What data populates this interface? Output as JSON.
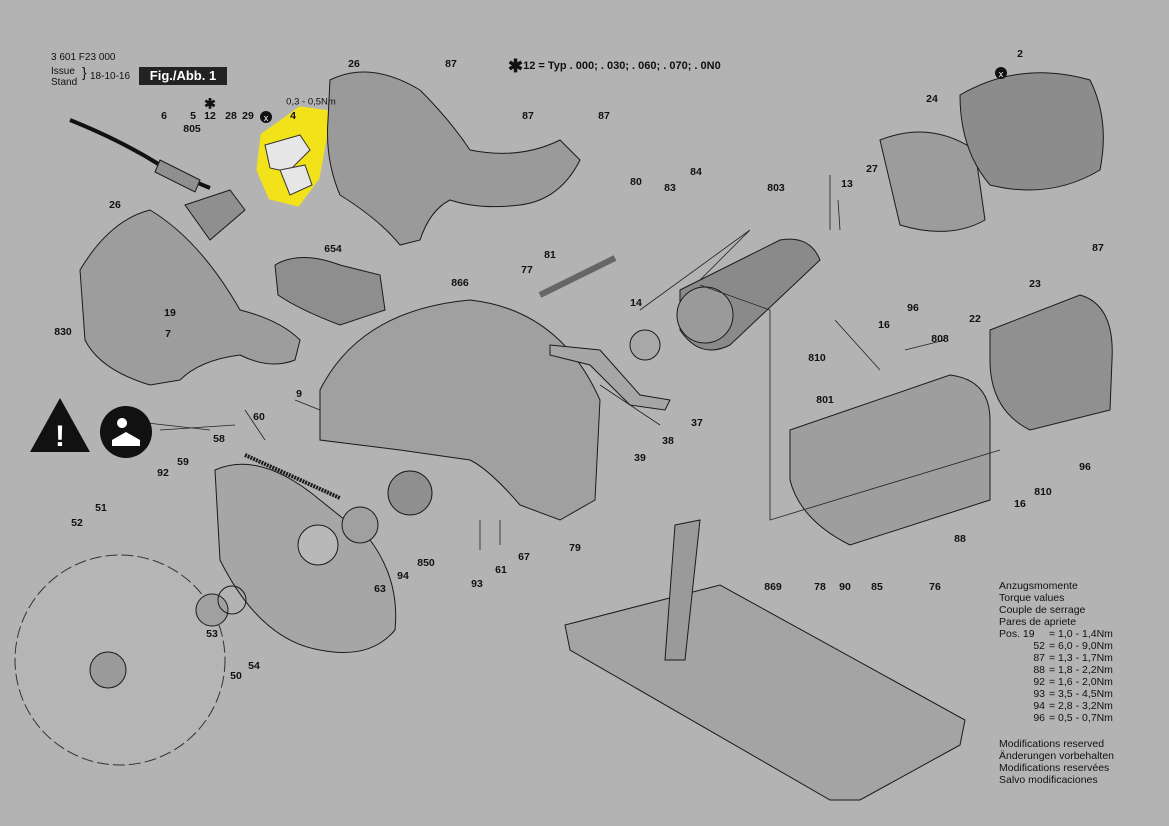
{
  "header": {
    "part_number": "3 601 F23 000",
    "issue_label": "Issue",
    "stand_label": "Stand",
    "issue_date": "18-10-16",
    "figure_label": "Fig./Abb. 1"
  },
  "type_note": {
    "prefix": "12",
    "text": "= Typ . 000; . 030; . 060; . 070; . 0N0"
  },
  "torque_note": "0,3 - 0,5Nm",
  "callouts": [
    "26",
    "87",
    "2",
    "6",
    "5",
    "805",
    "12",
    "28",
    "29",
    "4",
    "87",
    "87",
    "24",
    "80",
    "83",
    "84",
    "803",
    "13",
    "27",
    "26",
    "654",
    "77",
    "81",
    "87",
    "866",
    "14",
    "96",
    "16",
    "22",
    "23",
    "810",
    "808",
    "830",
    "19",
    "7",
    "9",
    "37",
    "38",
    "39",
    "801",
    "60",
    "58",
    "59",
    "92",
    "96",
    "810",
    "16",
    "52",
    "51",
    "88",
    "93",
    "61",
    "67",
    "850",
    "94",
    "63",
    "79",
    "869",
    "78",
    "90",
    "85",
    "76",
    "53",
    "54",
    "50"
  ],
  "torque_table": {
    "titles": [
      "Anzugsmomente",
      "Torque values",
      "Couple de serrage",
      "Pares de apriete"
    ],
    "rows": [
      {
        "pos": "Pos. 19",
        "value": "= 1,0 - 1,4Nm"
      },
      {
        "pos": "52",
        "value": "= 6,0 - 9,0Nm"
      },
      {
        "pos": "87",
        "value": "= 1,3 - 1,7Nm"
      },
      {
        "pos": "88",
        "value": "= 1,8 - 2,2Nm"
      },
      {
        "pos": "92",
        "value": "= 1,6 - 2,0Nm"
      },
      {
        "pos": "93",
        "value": "= 3,5 - 4,5Nm"
      },
      {
        "pos": "94",
        "value": "= 2,8 - 3,2Nm"
      },
      {
        "pos": "96",
        "value": "= 0,5 - 0,7Nm"
      }
    ]
  },
  "modifications": [
    "Modifications reserved",
    "Änderungen vorbehalten",
    "Modifications reservées",
    "Salvo modificaciones"
  ],
  "colors": {
    "background": "#b3b3b3",
    "highlight": "#f2e21a",
    "ink": "#111111"
  }
}
